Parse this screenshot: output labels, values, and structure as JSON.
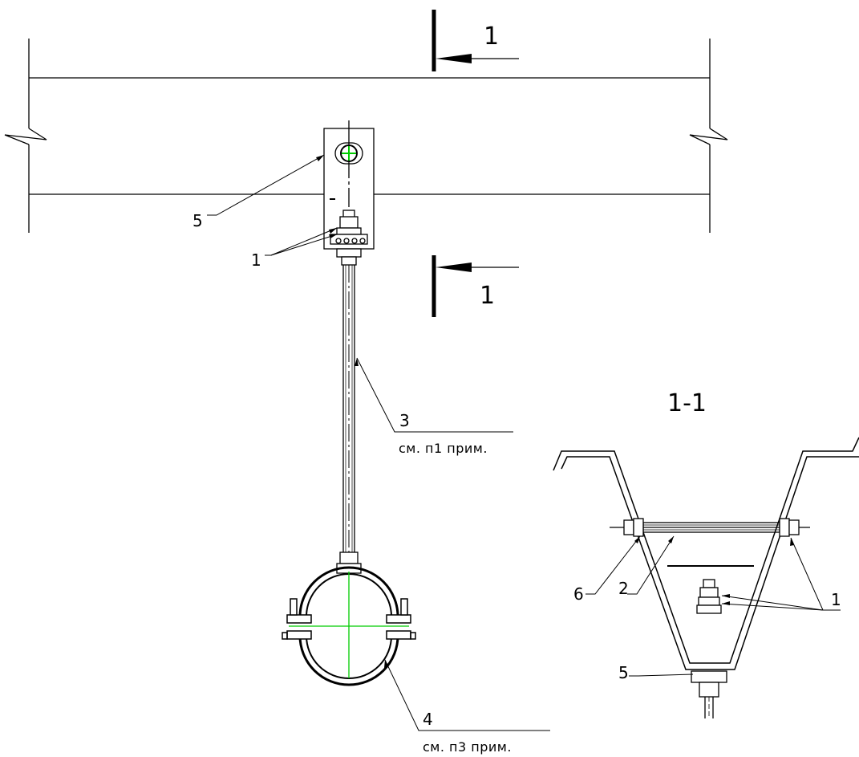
{
  "drawing": {
    "section_marker_top": "1",
    "section_marker_bottom": "1",
    "section_title": "1-1",
    "main_view": {
      "callout_5": "5",
      "callout_1": "1",
      "callout_3": "3",
      "callout_3_note": "см. п1 прим.",
      "callout_4": "4",
      "callout_4_note": "см. п3 прим."
    },
    "section_view": {
      "callout_6": "6",
      "callout_2": "2",
      "callout_1": "1",
      "callout_5": "5"
    },
    "colors": {
      "line": "#000000",
      "centerline": "#00cc00"
    }
  }
}
